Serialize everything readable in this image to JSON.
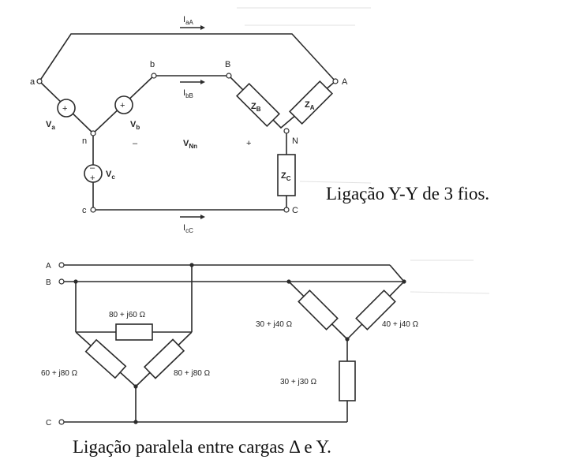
{
  "top_diagram": {
    "terminals": {
      "a": "a",
      "b": "b",
      "c": "c",
      "n": "n",
      "A": "A",
      "B": "B",
      "C": "C",
      "N": "N"
    },
    "currents": {
      "aA": {
        "main": "I",
        "sub": "aA"
      },
      "bB": {
        "main": "I",
        "sub": "bB"
      },
      "cC": {
        "main": "I",
        "sub": "cC"
      }
    },
    "sources": {
      "va": {
        "main": "V",
        "sub": "a"
      },
      "vb": {
        "main": "V",
        "sub": "b"
      },
      "vc": {
        "main": "V",
        "sub": "c"
      }
    },
    "impedances": {
      "zA": {
        "main": "Z",
        "sub": "A"
      },
      "zB": {
        "main": "Z",
        "sub": "B"
      },
      "zC": {
        "main": "Z",
        "sub": "C"
      }
    },
    "vnn": {
      "main": "V",
      "sub": "Nn",
      "minus": "–",
      "plus": "+"
    },
    "polarity": {
      "plus": "+",
      "minus": "–"
    },
    "caption": "Ligação Y-Y de 3 fios."
  },
  "bottom_diagram": {
    "lines": {
      "a": "A",
      "b": "B",
      "c": "C"
    },
    "delta": {
      "top": "80 + j60 Ω",
      "left": "60 + j80 Ω",
      "right": "80 + j80 Ω"
    },
    "wye": {
      "left": "30 + j40 Ω",
      "right": "40 + j40 Ω",
      "bottom": "30 + j30 Ω"
    },
    "caption": "Ligação paralela  entre cargas Δ e Y."
  }
}
